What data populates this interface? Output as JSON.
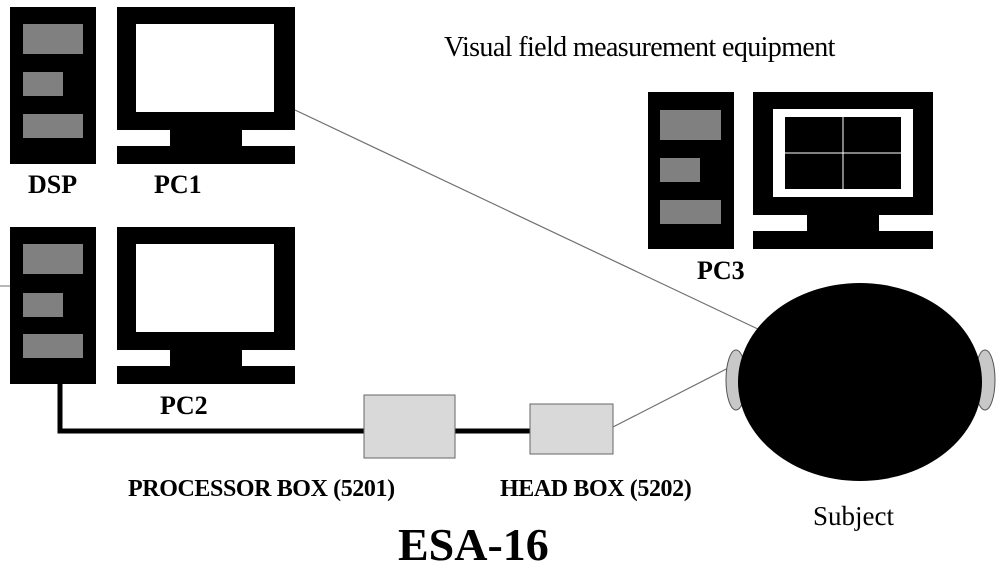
{
  "labels": {
    "dsp": "DSP",
    "pc1": "PC1",
    "pc2": "PC2",
    "pc3": "PC3",
    "visual_field": "Visual field measurement equipment",
    "processor_box": "PROCESSOR BOX (5201)",
    "head_box": "HEAD BOX (5202)",
    "subject": "Subject",
    "system_title": "ESA-16"
  },
  "colors": {
    "tower": "#000000",
    "drive_bay": "#808080",
    "box_fill": "#d9d9d9",
    "ear_fill": "#c8c8c8",
    "thin_line": "#707070"
  }
}
